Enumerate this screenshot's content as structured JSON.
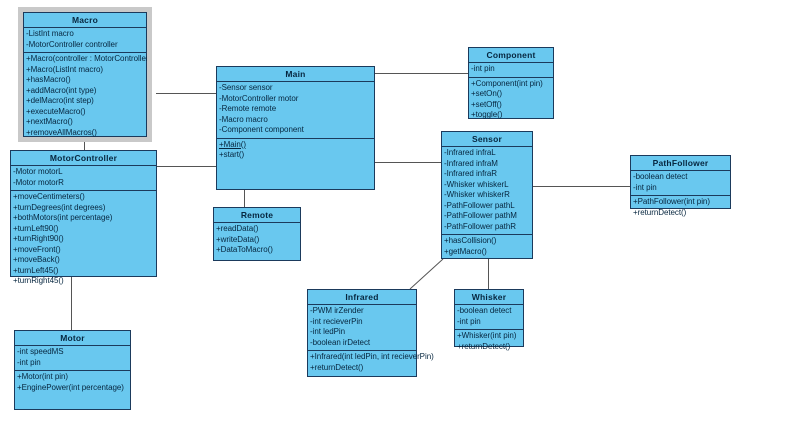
{
  "diagram": {
    "type": "uml-class-diagram",
    "background": "#ffffff",
    "class_fill": "#69c8ef",
    "class_border": "#1b3a5c",
    "link_color": "#555555",
    "selection_color": "#c9c9c9"
  },
  "classes": [
    {
      "key": "macro",
      "name": "Macro",
      "selected": true,
      "attributes": [
        "-ListInt macro",
        "-MotorController controller"
      ],
      "methods": [
        "+Macro(controller : MotorController)",
        "+Macro(ListInt macro)",
        "+hasMacro()",
        "+addMacro(int type)",
        "+delMacro(int step)",
        "+executeMacro()",
        "+nextMacro()",
        "+removeAllMacros()"
      ]
    },
    {
      "key": "motorcontroller",
      "name": "MotorController",
      "selected": false,
      "attributes": [
        "-Motor motorL",
        "-Motor motorR"
      ],
      "methods": [
        "+moveCentimeters()",
        "+turnDegrees(int degrees)",
        "+bothMotors(int percentage)",
        "+turnLeft90()",
        "+turnRight90()",
        "+moveFront()",
        "+moveBack()",
        "+turnLeft45()",
        "+turnRight45()"
      ]
    },
    {
      "key": "motor",
      "name": "Motor",
      "selected": false,
      "attributes": [
        "-int speedMS",
        "-int pin"
      ],
      "methods": [
        "+Motor(int pin)",
        "+EnginePower(int percentage)"
      ]
    },
    {
      "key": "main",
      "name": "Main",
      "selected": false,
      "attributes": [
        "-Sensor sensor",
        "-MotorController motor",
        "-Remote remote",
        "-Macro macro",
        "-Component component"
      ],
      "methods": [
        "+Main()",
        "+start()"
      ],
      "static_methods": [
        "+Main()"
      ]
    },
    {
      "key": "remote",
      "name": "Remote",
      "selected": false,
      "attributes": [],
      "methods": [
        "+readData()",
        "+writeData()",
        "+DataToMacro()"
      ]
    },
    {
      "key": "component",
      "name": "Component",
      "selected": false,
      "attributes": [
        "-int pin"
      ],
      "methods": [
        "+Component(int pin)",
        "+setOn()",
        "+setOff()",
        "+toggle()"
      ]
    },
    {
      "key": "sensor",
      "name": "Sensor",
      "selected": false,
      "attributes": [
        "-Infrared infraL",
        "-Infrared infraM",
        "-Infrared infraR",
        "-Whisker whiskerL",
        "-Whisker whiskerR",
        "-PathFollower pathL",
        "-PathFollower pathM",
        "-PathFollower pathR"
      ],
      "methods": [
        "+hasCollision()",
        "+getMacro()"
      ]
    },
    {
      "key": "pathfollower",
      "name": "PathFollower",
      "selected": false,
      "attributes": [
        "-boolean detect",
        "-int pin"
      ],
      "methods": [
        "+PathFollower(int pin)",
        "+returnDetect()"
      ]
    },
    {
      "key": "infrared",
      "name": "Infrared",
      "selected": false,
      "attributes": [
        "-PWM irZender",
        "-int recieverPin",
        "-int ledPin",
        "-boolean irDetect"
      ],
      "methods": [
        "+Infrared(int ledPin, int recieverPin)",
        "+returnDetect()"
      ]
    },
    {
      "key": "whisker",
      "name": "Whisker",
      "selected": false,
      "attributes": [
        "-boolean detect",
        "-int pin"
      ],
      "methods": [
        "+Whisker(int pin)",
        "+returnDetect()"
      ]
    }
  ],
  "associations": [
    {
      "from": "macro",
      "to": "main"
    },
    {
      "from": "macro",
      "to": "motorcontroller"
    },
    {
      "from": "motorcontroller",
      "to": "main"
    },
    {
      "from": "motorcontroller",
      "to": "motor"
    },
    {
      "from": "main",
      "to": "remote"
    },
    {
      "from": "main",
      "to": "component"
    },
    {
      "from": "main",
      "to": "sensor"
    },
    {
      "from": "sensor",
      "to": "pathfollower"
    },
    {
      "from": "sensor",
      "to": "whisker"
    },
    {
      "from": "sensor",
      "to": "infrared"
    }
  ]
}
